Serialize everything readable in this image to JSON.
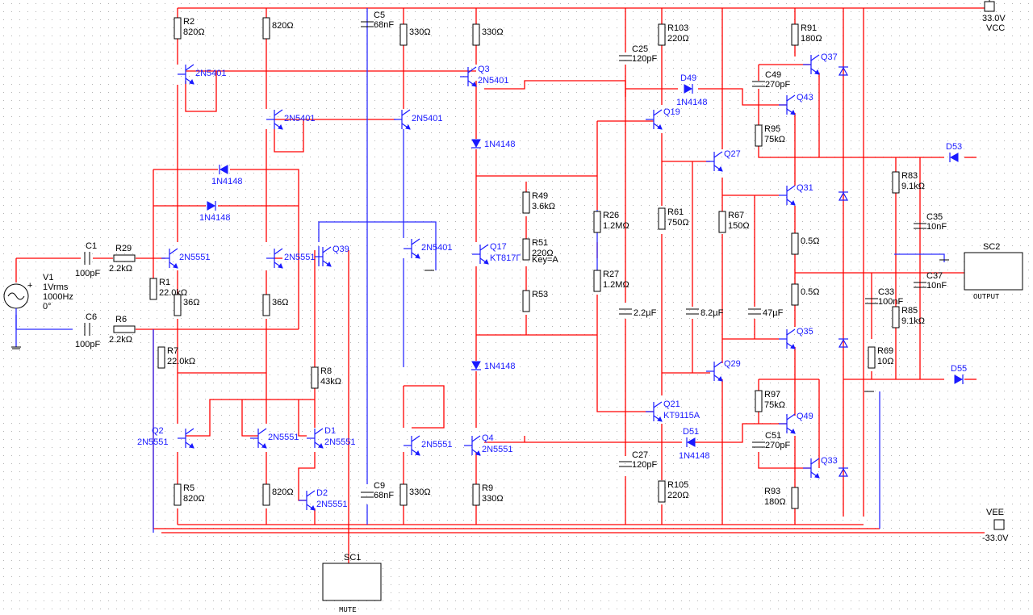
{
  "schematic": {
    "colors": {
      "wire_red": "#ff0000",
      "wire_blue": "#2b2bff",
      "part_blue": "#1a1aff",
      "grid": "#c8c8c8"
    },
    "rails": {
      "vcc_value": "33.0V",
      "vcc_name": "VCC",
      "vee_name": "VEE",
      "vee_value": "-33.0V"
    },
    "source": {
      "name": "V1",
      "amp": "1Vrms",
      "freq": "1000Hz",
      "phase": "0°"
    },
    "scopes": {
      "sc1": "SC1",
      "sc1_text": "MUTE",
      "sc2": "SC2",
      "sc2_text": "OUTPUT"
    },
    "resistors": [
      {
        "name": "R2",
        "value": "820Ω"
      },
      {
        "name": "",
        "value": "820Ω"
      },
      {
        "name": "",
        "value": "330Ω"
      },
      {
        "name": "",
        "value": "330Ω"
      },
      {
        "name": "R103",
        "value": "220Ω"
      },
      {
        "name": "R91",
        "value": "180Ω"
      },
      {
        "name": "R29",
        "value": "2.2kΩ"
      },
      {
        "name": "R6",
        "value": "2.2kΩ"
      },
      {
        "name": "R1",
        "value": "22.0kΩ"
      },
      {
        "name": "R7",
        "value": "22.0kΩ"
      },
      {
        "name": "",
        "value": "36Ω"
      },
      {
        "name": "",
        "value": "36Ω"
      },
      {
        "name": "R8",
        "value": "43kΩ"
      },
      {
        "name": "R5",
        "value": "820Ω"
      },
      {
        "name": "",
        "value": "820Ω"
      },
      {
        "name": "",
        "value": "330Ω"
      },
      {
        "name": "R9",
        "value": "330Ω"
      },
      {
        "name": "R49",
        "value": "3.6kΩ"
      },
      {
        "name": "R51",
        "value": "220Ω"
      },
      {
        "name": "R53",
        "value": ""
      },
      {
        "name": "R26",
        "value": "1.2MΩ"
      },
      {
        "name": "R27",
        "value": "1.2MΩ"
      },
      {
        "name": "R61",
        "value": "750Ω"
      },
      {
        "name": "R67",
        "value": "150Ω"
      },
      {
        "name": "R95",
        "value": "75kΩ"
      },
      {
        "name": "",
        "value": "0.5Ω"
      },
      {
        "name": "",
        "value": "0.5Ω"
      },
      {
        "name": "R97",
        "value": "75kΩ"
      },
      {
        "name": "R93",
        "value": "180Ω"
      },
      {
        "name": "R105",
        "value": "220Ω"
      },
      {
        "name": "R83",
        "value": "9.1kΩ"
      },
      {
        "name": "R85",
        "value": "9.1kΩ"
      },
      {
        "name": "R69",
        "value": "10Ω"
      }
    ],
    "pot_key": "Key=A",
    "capacitors": [
      {
        "name": "C1",
        "value": "100pF"
      },
      {
        "name": "C6",
        "value": "100pF"
      },
      {
        "name": "C5",
        "value": "68nF"
      },
      {
        "name": "C9",
        "value": "68nF"
      },
      {
        "name": "C25",
        "value": "120pF"
      },
      {
        "name": "C27",
        "value": "120pF"
      },
      {
        "name": "",
        "value": "2.2µF"
      },
      {
        "name": "",
        "value": "8.2µF"
      },
      {
        "name": "",
        "value": "47µF"
      },
      {
        "name": "C49",
        "value": "270pF"
      },
      {
        "name": "C51",
        "value": "270pF"
      },
      {
        "name": "C35",
        "value": "10nF"
      },
      {
        "name": "C37",
        "value": "10nF"
      },
      {
        "name": "C33",
        "value": "100nF"
      }
    ],
    "transistors": [
      {
        "name": "",
        "type": "2N5401"
      },
      {
        "name": "Q3",
        "type": "2N5401"
      },
      {
        "name": "",
        "type": "2N5401"
      },
      {
        "name": "",
        "type": "2N5401"
      },
      {
        "name": "",
        "type": "2N5401"
      },
      {
        "name": "",
        "type": "2N5551"
      },
      {
        "name": "",
        "type": "2N5551"
      },
      {
        "name": "Q39",
        "type": ""
      },
      {
        "name": "Q17",
        "type": "KT817Г"
      },
      {
        "name": "Q19",
        "type": ""
      },
      {
        "name": "Q21",
        "type": "KT9115A"
      },
      {
        "name": "Q2",
        "type": "2N5551"
      },
      {
        "name": "",
        "type": "2N5551"
      },
      {
        "name": "D1",
        "type": "2N5551"
      },
      {
        "name": "D2",
        "type": "2N5551"
      },
      {
        "name": "",
        "type": "2N5551"
      },
      {
        "name": "Q4",
        "type": "2N5551"
      },
      {
        "name": "Q27",
        "type": ""
      },
      {
        "name": "Q29",
        "type": ""
      },
      {
        "name": "Q31",
        "type": ""
      },
      {
        "name": "Q35",
        "type": ""
      },
      {
        "name": "Q37",
        "type": ""
      },
      {
        "name": "Q43",
        "type": ""
      },
      {
        "name": "Q49",
        "type": ""
      },
      {
        "name": "Q33",
        "type": ""
      }
    ],
    "diodes": [
      {
        "name": "",
        "type": "1N4148"
      },
      {
        "name": "",
        "type": "1N4148"
      },
      {
        "name": "",
        "type": "1N4148"
      },
      {
        "name": "",
        "type": "1N4148"
      },
      {
        "name": "D49",
        "type": "1N4148"
      },
      {
        "name": "D51",
        "type": "1N4148"
      },
      {
        "name": "D53",
        "type": ""
      },
      {
        "name": "D55",
        "type": ""
      }
    ]
  }
}
